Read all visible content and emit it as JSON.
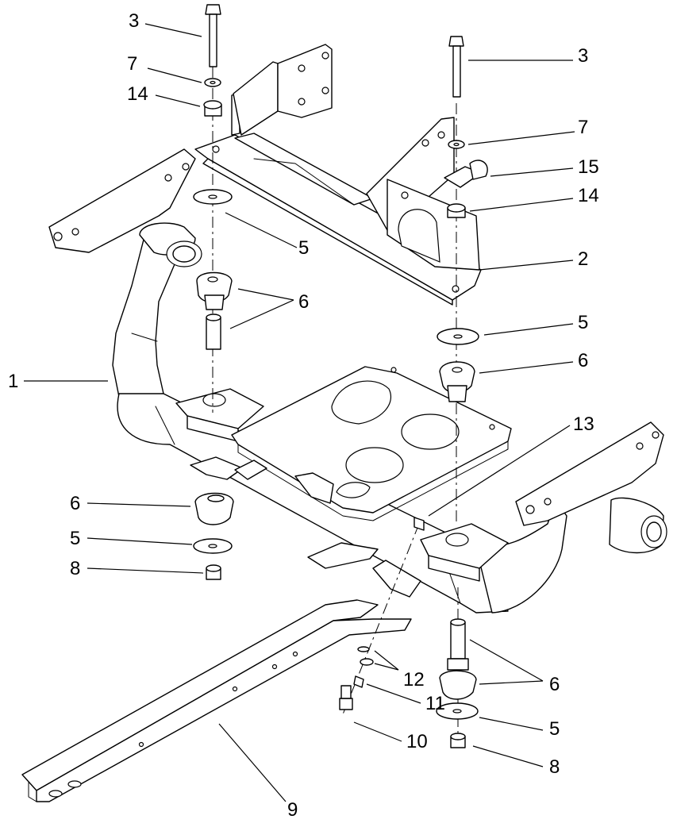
{
  "diagram": {
    "callouts": [
      {
        "id": "c-3a",
        "label": "3"
      },
      {
        "id": "c-7a",
        "label": "7"
      },
      {
        "id": "c-14a",
        "label": "14"
      },
      {
        "id": "c-3b",
        "label": "3"
      },
      {
        "id": "c-7b",
        "label": "7"
      },
      {
        "id": "c-15",
        "label": "15"
      },
      {
        "id": "c-14b",
        "label": "14"
      },
      {
        "id": "c-2",
        "label": "2"
      },
      {
        "id": "c-5a",
        "label": "5"
      },
      {
        "id": "c-6a",
        "label": "6"
      },
      {
        "id": "c-5b",
        "label": "5"
      },
      {
        "id": "c-1",
        "label": "1"
      },
      {
        "id": "c-6b",
        "label": "6"
      },
      {
        "id": "c-13",
        "label": "13"
      },
      {
        "id": "c-6c",
        "label": "6"
      },
      {
        "id": "c-5c",
        "label": "5"
      },
      {
        "id": "c-8a",
        "label": "8"
      },
      {
        "id": "c-12",
        "label": "12"
      },
      {
        "id": "c-6d",
        "label": "6"
      },
      {
        "id": "c-11",
        "label": "11"
      },
      {
        "id": "c-5d",
        "label": "5"
      },
      {
        "id": "c-10",
        "label": "10"
      },
      {
        "id": "c-8b",
        "label": "8"
      },
      {
        "id": "c-9",
        "label": "9"
      }
    ]
  }
}
